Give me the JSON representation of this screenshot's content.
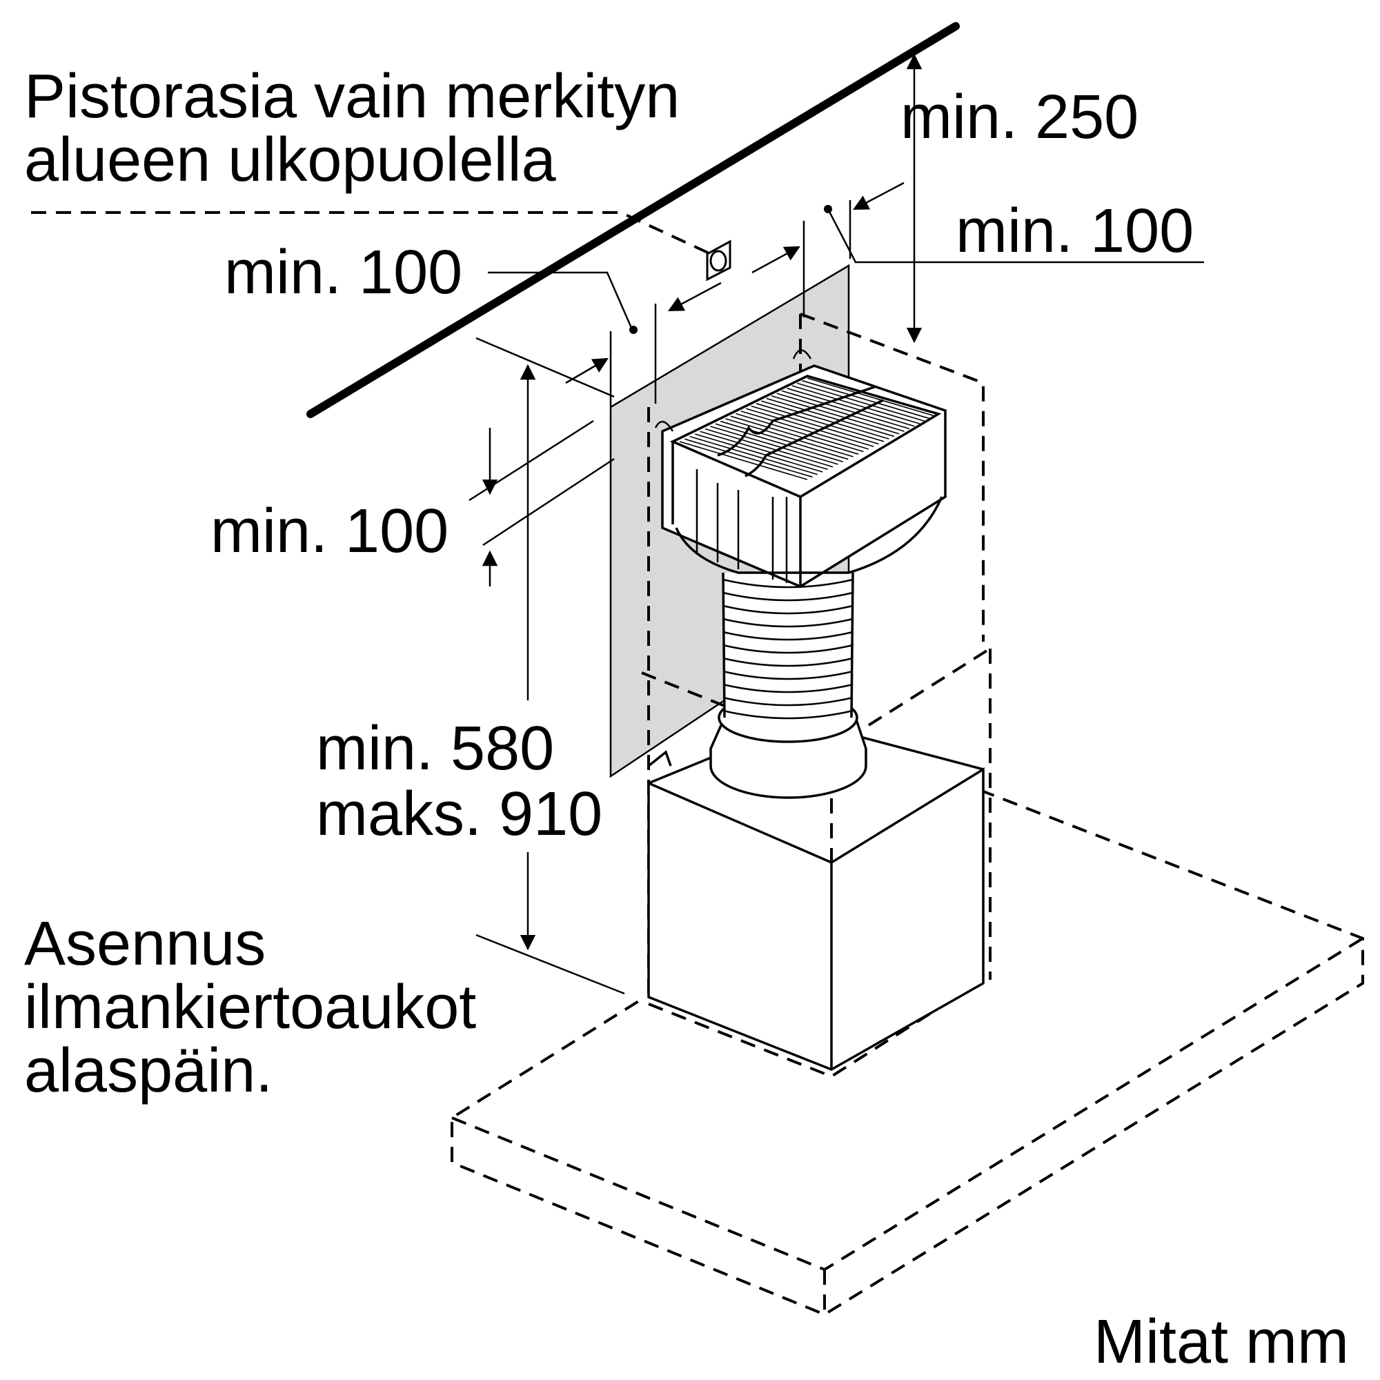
{
  "labels": {
    "socket_note_line1": "Pistorasia vain merkityn",
    "socket_note_line2": "alueen ulkopuolella",
    "dim_top": "min. 250",
    "dim_right_100": "min. 100",
    "dim_left_100_top": "min. 100",
    "dim_left_100_mid": "min. 100",
    "dim_height_min": "min. 580",
    "dim_height_max": "maks. 910",
    "install_line1": "Asennus",
    "install_line2": "ilmankiertoaukot",
    "install_line3": "alaspäin.",
    "units": "Mitat mm"
  },
  "colors": {
    "line": "#000000",
    "shaded_zone": "#d9d9d9",
    "background": "#ffffff"
  },
  "icons": {
    "socket": "socket-icon",
    "arrow": "arrowhead-icon"
  }
}
